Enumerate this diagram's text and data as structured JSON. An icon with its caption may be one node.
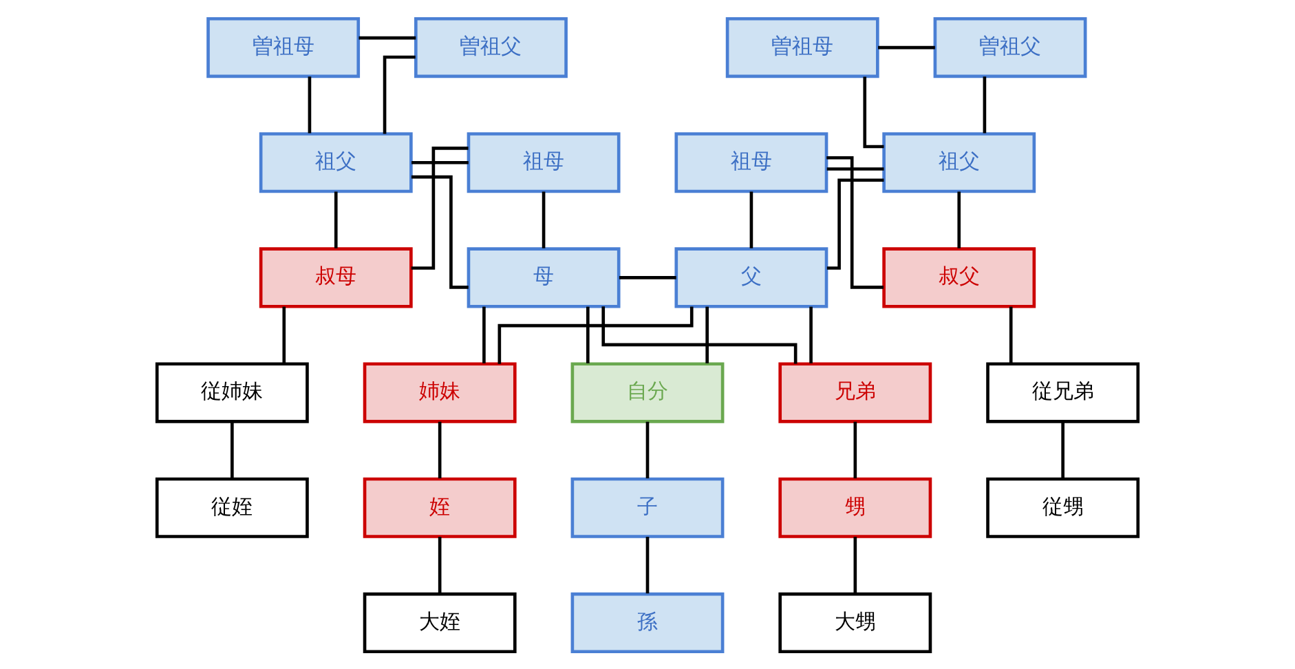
{
  "diagram": {
    "nodes": [
      {
        "text": [
          "曽祖母"
        ]
      },
      {
        "text": [
          "曽祖父"
        ]
      },
      {
        "text": [
          "曽祖母"
        ]
      },
      {
        "text": [
          "曽祖父"
        ]
      },
      {
        "text": [
          "祖父"
        ]
      },
      {
        "text": [
          "祖母"
        ]
      },
      {
        "text": [
          "祖母"
        ]
      },
      {
        "text": [
          "祖父"
        ]
      },
      {
        "text": [
          "叔母"
        ]
      },
      {
        "text": [
          "母"
        ]
      },
      {
        "text": [
          "父"
        ]
      },
      {
        "text": [
          "叔父"
        ]
      },
      {
        "text": [
          "従姉妹"
        ]
      },
      {
        "text": [
          "姉妹"
        ]
      },
      {
        "text": [
          "自分"
        ]
      },
      {
        "text": [
          "兄弟"
        ]
      },
      {
        "text": [
          "従兄弟"
        ]
      },
      {
        "text": [
          "従姪"
        ]
      },
      {
        "text": [
          "姪"
        ]
      },
      {
        "text": [
          "子"
        ]
      },
      {
        "text": [
          "甥"
        ]
      },
      {
        "text": [
          "従甥"
        ]
      },
      {
        "text": [
          "大姪"
        ]
      },
      {
        "text": [
          "孫"
        ]
      },
      {
        "text": [
          "大甥"
        ]
      }
    ],
    "edges": [
      {
        "from": 0,
        "to": 1,
        "arrow": "none"
      },
      {
        "from": 0,
        "to": 4,
        "arrow": "none"
      },
      {
        "from": 1,
        "to": 4,
        "arrow": "none"
      },
      {
        "from": 2,
        "to": 3,
        "arrow": "none"
      },
      {
        "from": 2,
        "to": 7,
        "arrow": "none"
      },
      {
        "from": 3,
        "to": 7,
        "arrow": "none"
      },
      {
        "from": 4,
        "to": 5,
        "arrow": "none"
      },
      {
        "from": 4,
        "to": 8,
        "arrow": "none"
      },
      {
        "from": 5,
        "to": 8,
        "arrow": "none"
      },
      {
        "from": 4,
        "to": 9,
        "arrow": "none"
      },
      {
        "from": 5,
        "to": 9,
        "arrow": "none"
      },
      {
        "from": 6,
        "to": 7,
        "arrow": "none"
      },
      {
        "from": 6,
        "to": 10,
        "arrow": "none"
      },
      {
        "from": 7,
        "to": 10,
        "arrow": "none"
      },
      {
        "from": 6,
        "to": 11,
        "arrow": "none"
      },
      {
        "from": 7,
        "to": 11,
        "arrow": "none"
      },
      {
        "from": 9,
        "to": 10,
        "arrow": "none"
      },
      {
        "from": 9,
        "to": 13,
        "arrow": "none"
      },
      {
        "from": 10,
        "to": 13,
        "arrow": "none"
      },
      {
        "from": 9,
        "to": 14,
        "arrow": "none"
      },
      {
        "from": 10,
        "to": 14,
        "arrow": "none"
      },
      {
        "from": 9,
        "to": 15,
        "arrow": "none"
      },
      {
        "from": 10,
        "to": 15,
        "arrow": "none"
      },
      {
        "from": 8,
        "to": 12,
        "arrow": "none"
      },
      {
        "from": 12,
        "to": 17,
        "arrow": "none"
      },
      {
        "from": 11,
        "to": 16,
        "arrow": "none"
      },
      {
        "from": 16,
        "to": 21,
        "arrow": "none"
      },
      {
        "from": 13,
        "to": 18,
        "arrow": "none"
      },
      {
        "from": 18,
        "to": 22,
        "arrow": "none"
      },
      {
        "from": 14,
        "to": 19,
        "arrow": "none"
      },
      {
        "from": 19,
        "to": 23,
        "arrow": "none"
      },
      {
        "from": 15,
        "to": 20,
        "arrow": "none"
      },
      {
        "from": 20,
        "to": 24,
        "arrow": "none"
      }
    ]
  }
}
